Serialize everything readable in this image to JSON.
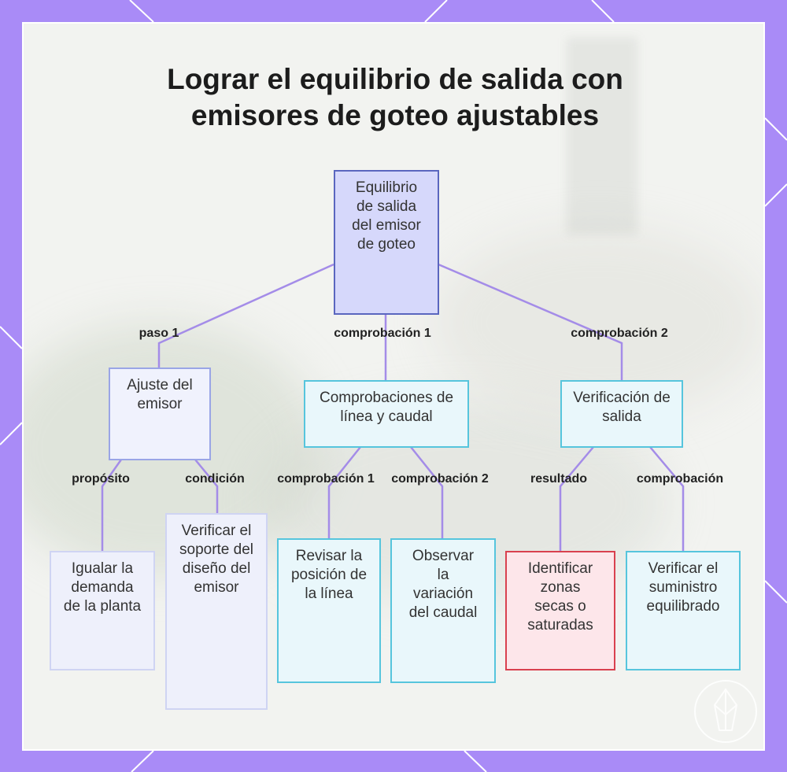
{
  "title": {
    "line1": "Lograr el equilibrio de salida con",
    "line2": "emisores de goteo ajustables"
  },
  "nodes": {
    "root": "Equilibrio de salida del emisor de goteo",
    "ajuste": "Ajuste del emisor",
    "comprobaciones": "Comprobaciones de línea y caudal",
    "verificacion": "Verificación de salida",
    "igualar": "Igualar la demanda de la planta",
    "verificar_soporte": "Verificar el soporte del diseño del emisor",
    "revisar": "Revisar la posición de la línea",
    "observar": "Observar la variación del caudal",
    "identificar": "Identificar zonas secas o saturadas",
    "verificar_suministro": "Verificar el suministro equilibrado"
  },
  "edges": {
    "paso1": "paso 1",
    "comprobacion1_top": "comprobación 1",
    "comprobacion2_top": "comprobación 2",
    "proposito": "propósito",
    "condicion": "condición",
    "comprobacion1_mid": "comprobación 1",
    "comprobacion2_mid": "comprobación 2",
    "resultado": "resultado",
    "comprobacion_right": "comprobación"
  },
  "colors": {
    "border": "#a98bf7",
    "edge": "#a48ce8",
    "root_fill": "#d6d8fb",
    "cyan_stroke": "#56c5dd",
    "alert_stroke": "#d9414f"
  },
  "icons": {
    "watermark": "crystal-logo-icon"
  }
}
